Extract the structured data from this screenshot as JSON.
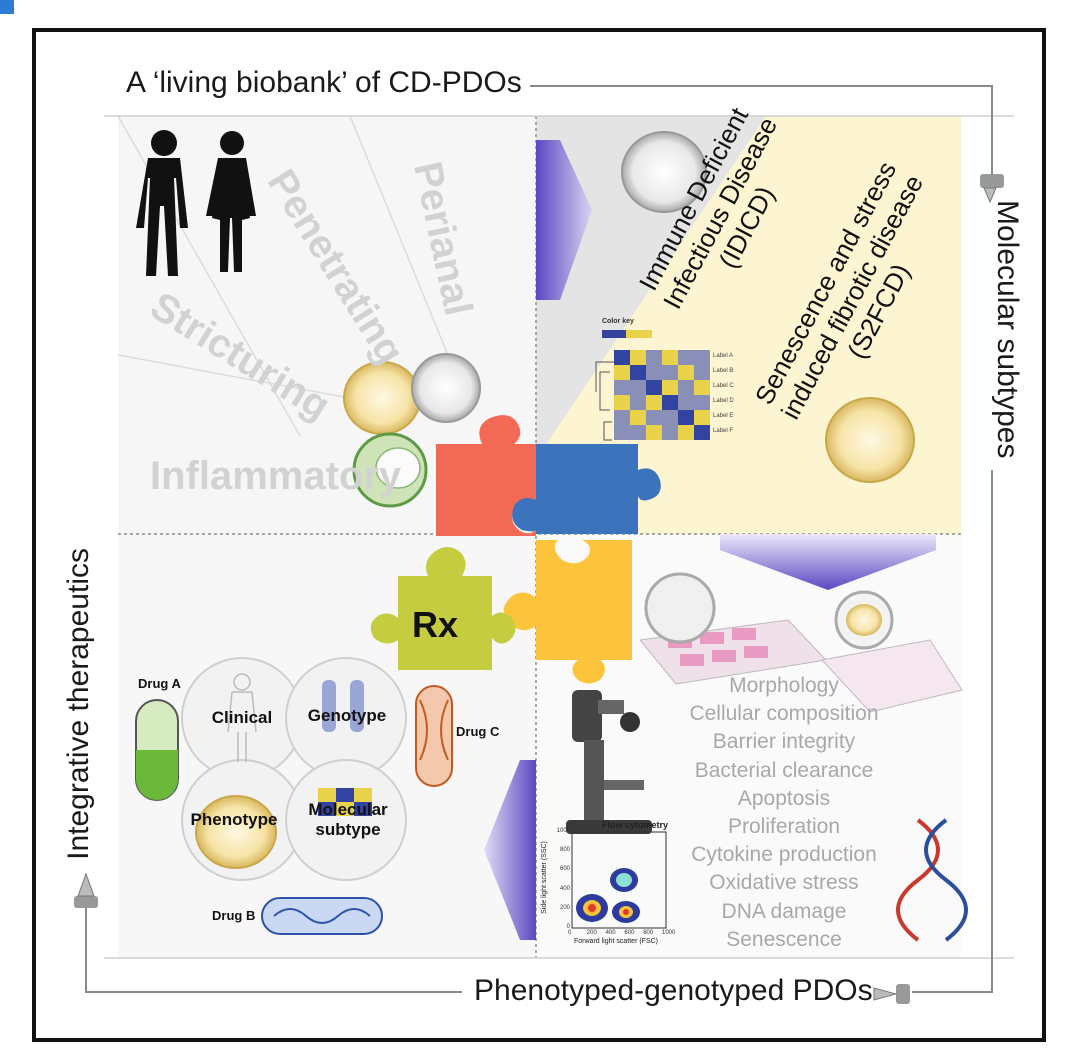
{
  "titles": {
    "top": "A ‘living biobank’ of CD-PDOs",
    "right": "Molecular subtypes",
    "bottom": "Phenotyped-genotyped PDOs",
    "left": "Integrative therapeutics"
  },
  "phenotypes": {
    "perianal": "Perianal",
    "penetrating": "Penetrating",
    "stricturing": "Stricturing",
    "inflammatory": "Inflammatory"
  },
  "subtypes": {
    "idicd": [
      "Immune Deficient",
      "Infectious Disease",
      "(IDICD)"
    ],
    "s2fcd": [
      "Senescence and stress",
      "induced fibrotic disease",
      "(S2FCD)"
    ]
  },
  "heatmap": {
    "key_label": "Color key",
    "row_labels": [
      "Label A",
      "Label B",
      "Label C",
      "Label D",
      "Label E",
      "Label F"
    ]
  },
  "assays": [
    "Morphology",
    "Cellular composition",
    "Barrier integrity",
    "Bacterial clearance",
    "Apoptosis",
    "Proliferation",
    "Cytokine production",
    "Oxidative stress",
    "DNA damage",
    "Senescence"
  ],
  "flow": {
    "title": "Flow cytometry",
    "xlabel": "Forward light scatter (FSC)",
    "ylabel": "Side light scatter (SSC)",
    "xticks": [
      "0",
      "200",
      "400",
      "600",
      "800",
      "1000"
    ],
    "yticks": [
      "0",
      "200",
      "400",
      "600",
      "800",
      "1000"
    ]
  },
  "therapeutics": {
    "rx": "Rx",
    "clinical": "Clinical",
    "genotype": "Genotype",
    "phenotype": "Phenotype",
    "molecular_subtype_1": "Molecular",
    "molecular_subtype_2": "subtype",
    "drug_a": "Drug A",
    "drug_b": "Drug B",
    "drug_c": "Drug C"
  },
  "colors": {
    "puzzle_red": "#f26a55",
    "puzzle_blue": "#3b74bc",
    "puzzle_yellow": "#fcc43c",
    "puzzle_green": "#c5cc3f",
    "arrow_purple": "#6a5acd",
    "idicd_bg": "#e6e6e6",
    "s2fcd_bg": "#fdf5d2",
    "accent_blue": "#2e7bd6"
  }
}
